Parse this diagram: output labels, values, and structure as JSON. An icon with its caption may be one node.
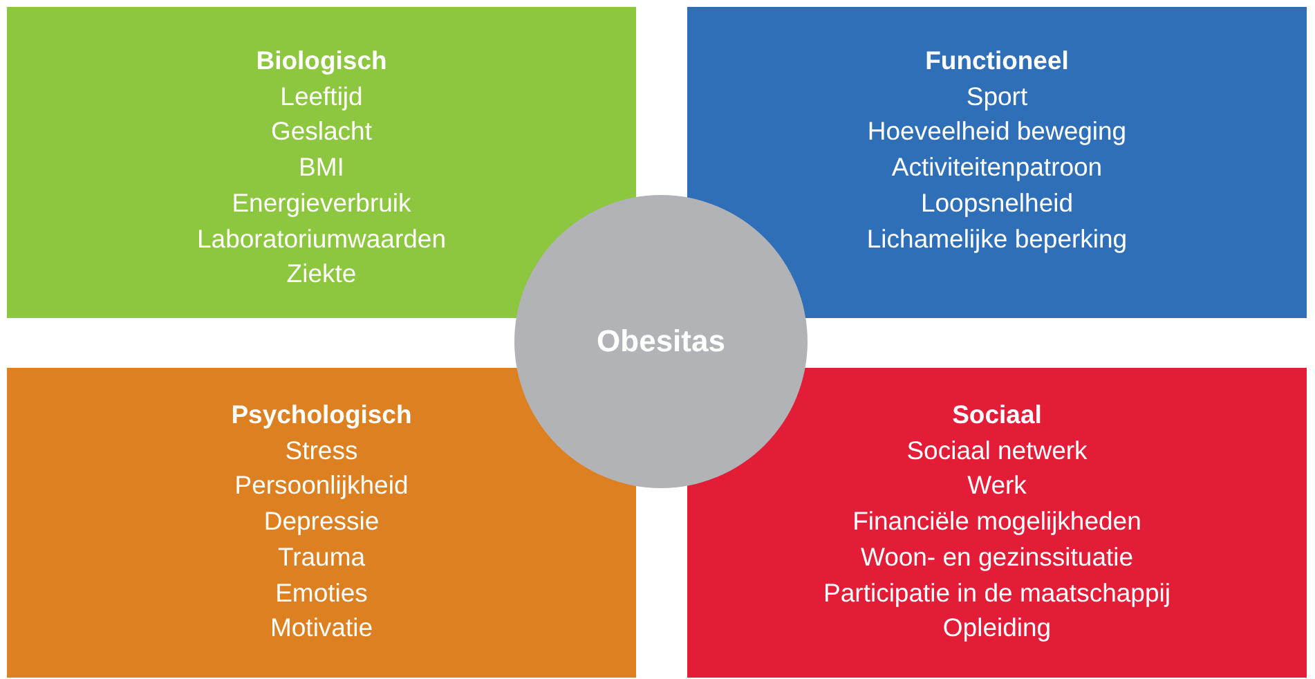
{
  "diagram": {
    "nodes": [
      {
        "text": [
          "Biologisch",
          "Leeftijd",
          "Geslacht",
          "BMI",
          "Energieverbruik",
          "Laboratoriumwaarden",
          "Ziekte"
        ]
      },
      {
        "text": [
          "Functioneel",
          "Sport",
          "Hoeveelheid beweging",
          "Activiteitenpatroon",
          "Loopsnelheid",
          "Lichamelijke beperking"
        ]
      },
      {
        "text": [
          "Obesitas"
        ]
      },
      {
        "text": [
          "Psychologisch",
          "Stress",
          "Persoonlijkheid",
          "Depressie",
          "Trauma",
          "Emoties",
          "Motivatie"
        ]
      },
      {
        "text": [
          "Sociaal",
          "Sociaal netwerk",
          "Werk",
          "Financiële mogelijkheden",
          "Woon- en gezinssituatie",
          "Participatie in de maatschappij",
          "Opleiding"
        ]
      }
    ]
  }
}
